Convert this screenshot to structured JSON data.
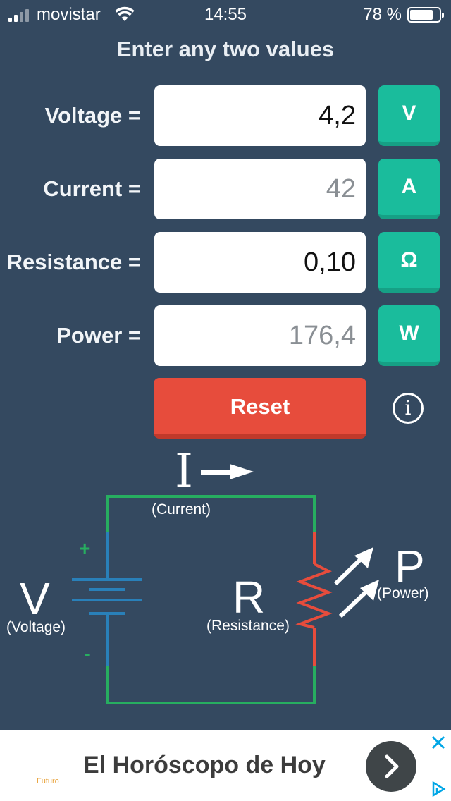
{
  "status_bar": {
    "carrier": "movistar",
    "time": "14:55",
    "battery": "78 %"
  },
  "title": "Enter any two values",
  "rows": [
    {
      "label": "Voltage =",
      "value": "4,2",
      "unit": "V"
    },
    {
      "label": "Current =",
      "value": "42",
      "unit": "A"
    },
    {
      "label": "Resistance =",
      "value": "0,10",
      "unit": "Ω"
    },
    {
      "label": "Power =",
      "value": "176,4",
      "unit": "W"
    }
  ],
  "reset_label": "Reset",
  "info_icon": "i",
  "diagram": {
    "current_symbol": "I",
    "current_label": "(Current)",
    "plus": "+",
    "minus": "-",
    "voltage_symbol": "V",
    "voltage_label": "(Voltage)",
    "resistance_symbol": "R",
    "resistance_label": "(Resistance)",
    "power_symbol": "P",
    "power_label": "(Power)"
  },
  "ad": {
    "text": "El Horóscopo de Hoy",
    "brand": "Futuro"
  },
  "colors": {
    "background": "#344960",
    "accent": "#1abc9c",
    "reset": "#e74c3c",
    "wire_green": "#27ae60",
    "wire_blue": "#2980b9",
    "wire_red": "#e74c3c"
  }
}
